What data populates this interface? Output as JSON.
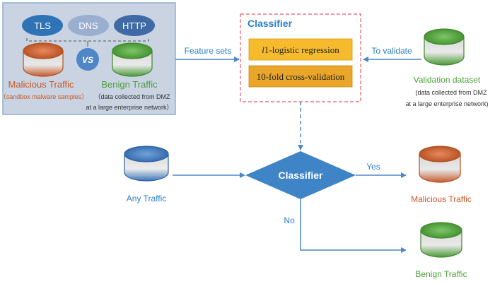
{
  "protocols": [
    "TLS",
    "DNS",
    "HTTP"
  ],
  "vs_label": "VS",
  "training": {
    "malicious_title": "Malicious Traffic",
    "malicious_sub": "（sandbox malware samples）",
    "benign_title": "Benign Traffic",
    "benign_sub1": "（data collected from DMZ",
    "benign_sub2": "at a large enterprise network）"
  },
  "feature_sets_label": "Feature sets",
  "to_validate_label": "To validate",
  "classifier_box": {
    "title": "Classifier",
    "method1_prefix": "l",
    "method1_rest": "1-logistic regression",
    "method2": "10-fold cross-validation"
  },
  "validation": {
    "title": "Validation dataset",
    "sub1": "(data collected from DMZ",
    "sub2": "at a large enterprise network)"
  },
  "decision_label": "Classifier",
  "any_traffic_label": "Any Traffic",
  "yes_label": "Yes",
  "no_label": "No",
  "malicious_output_label": "Malicious Traffic",
  "benign_output_label": "Benign Traffic",
  "colors": {
    "panel_fill": "#c9d3e2",
    "panel_border": "#8faed3",
    "protocol_tls": "#2f73b7",
    "protocol_dns": "#9aaecf",
    "protocol_http": "#3f6aa3",
    "malicious": "#c55a28",
    "benign": "#4f9e3c",
    "blue_text": "#2f7fc4",
    "arrow": "#4f86c6",
    "method_fill": "#f6bb2c",
    "method2_fill": "#e9a628",
    "dashed_box": "#e25a6a",
    "diamond": "#3f84c6"
  }
}
